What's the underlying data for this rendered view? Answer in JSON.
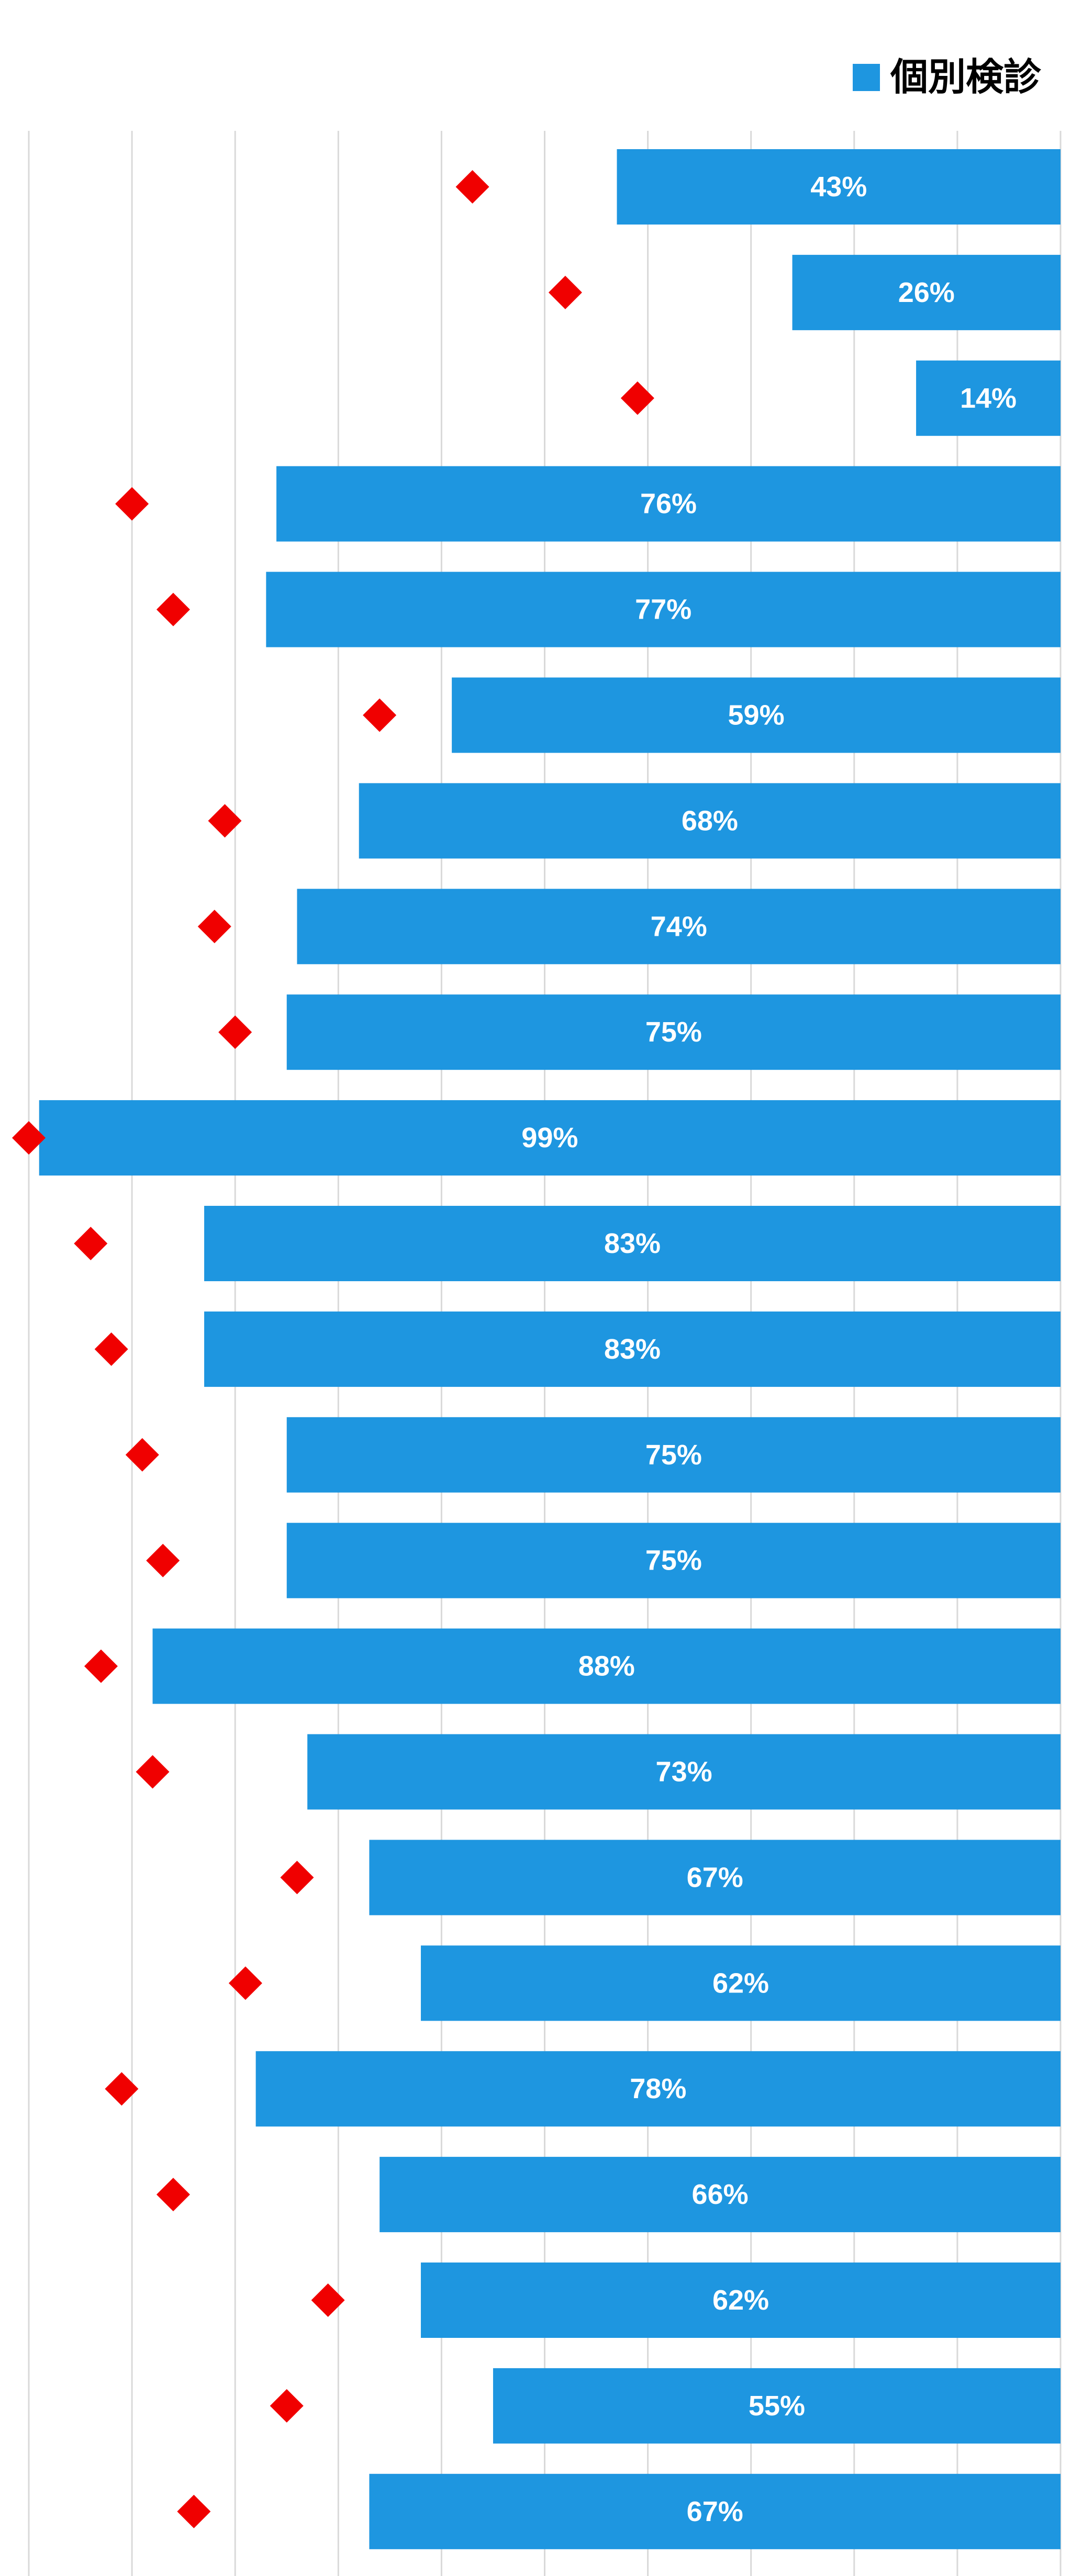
{
  "colors": {
    "bar": "#1E96E0",
    "marker": "#F00000",
    "grid": "#D9D9D9",
    "label": "#FFFFFF",
    "legend_text": "#000000"
  },
  "chart_data": {
    "type": "bar",
    "orientation": "horizontal",
    "bars_anchored": "right",
    "grid": true,
    "legend_position": "top-right",
    "xlim": [
      0,
      100
    ],
    "series": [
      {
        "name": "個別検診",
        "type": "bar",
        "values": [
          43,
          26,
          14,
          76,
          77,
          59,
          68,
          74,
          75,
          99,
          83,
          83,
          75,
          75,
          88,
          73,
          67,
          62,
          78,
          66,
          62,
          55,
          67
        ],
        "labels": [
          "43%",
          "26%",
          "14%",
          "76%",
          "77%",
          "59%",
          "68%",
          "74%",
          "75%",
          "99%",
          "83%",
          "83%",
          "75%",
          "75%",
          "88%",
          "73%",
          "67%",
          "62%",
          "78%",
          "66%",
          "62%",
          "55%",
          "67%"
        ]
      },
      {
        "type": "scatter",
        "marker": "diamond",
        "values": [
          57,
          48,
          41,
          90,
          86,
          66,
          81,
          82,
          80,
          100,
          94,
          92,
          89,
          87,
          93,
          88,
          74,
          79,
          91,
          86,
          71,
          75,
          84
        ]
      }
    ]
  }
}
